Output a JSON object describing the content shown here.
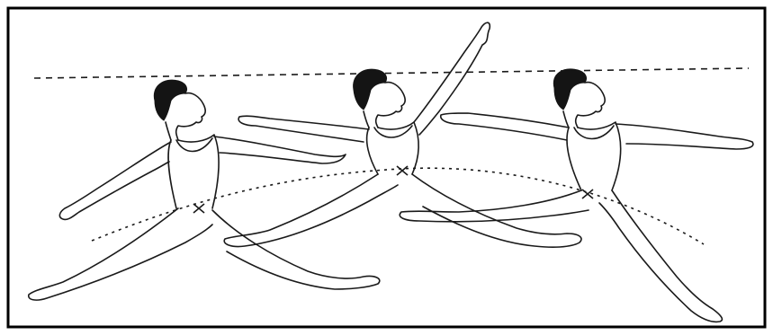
{
  "figure": {
    "style": "pen-and-ink line drawing",
    "frame_color": "#000000",
    "ink_color": "#1a1a1a",
    "paper_color": "#ffffff",
    "dancer_count": 3,
    "guide_lines": [
      "dashed-horizontal-line",
      "dotted-trajectory-arc"
    ]
  }
}
